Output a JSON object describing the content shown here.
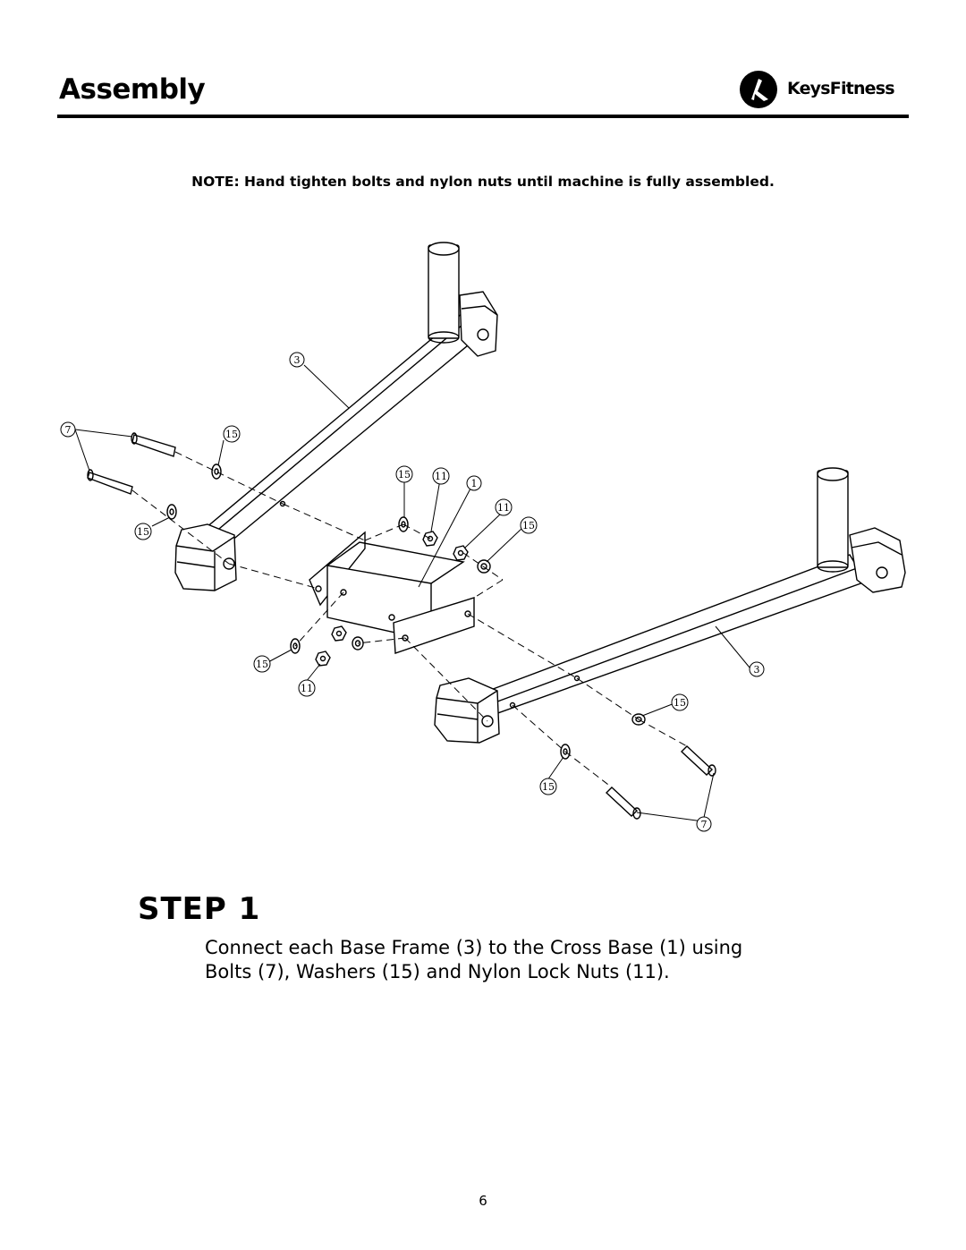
{
  "header": {
    "title": "Assembly",
    "brand": {
      "bold": "Keys",
      "rest": "Fitness",
      "icon": "keys-fitness-logo-icon"
    }
  },
  "note": "NOTE: Hand tighten bolts and nylon nuts until machine is fully assembled.",
  "diagram": {
    "callouts": {
      "frame_left": "3",
      "frame_right": "3",
      "bolt_left": "7",
      "bolt_right": "7",
      "washer_a": "15",
      "washer_b": "15",
      "washer_c": "15",
      "washer_d": "15",
      "washer_e": "15",
      "washer_f": "15",
      "washer_g": "15",
      "nut_a": "11",
      "nut_b": "11",
      "nut_c": "11",
      "cross_base": "1"
    }
  },
  "step": {
    "label": "STEP 1",
    "text": "Connect each Base Frame (3) to the Cross Base (1) using Bolts (7), Washers (15) and Nylon Lock Nuts (11)."
  },
  "footer": {
    "page_number": "6"
  }
}
